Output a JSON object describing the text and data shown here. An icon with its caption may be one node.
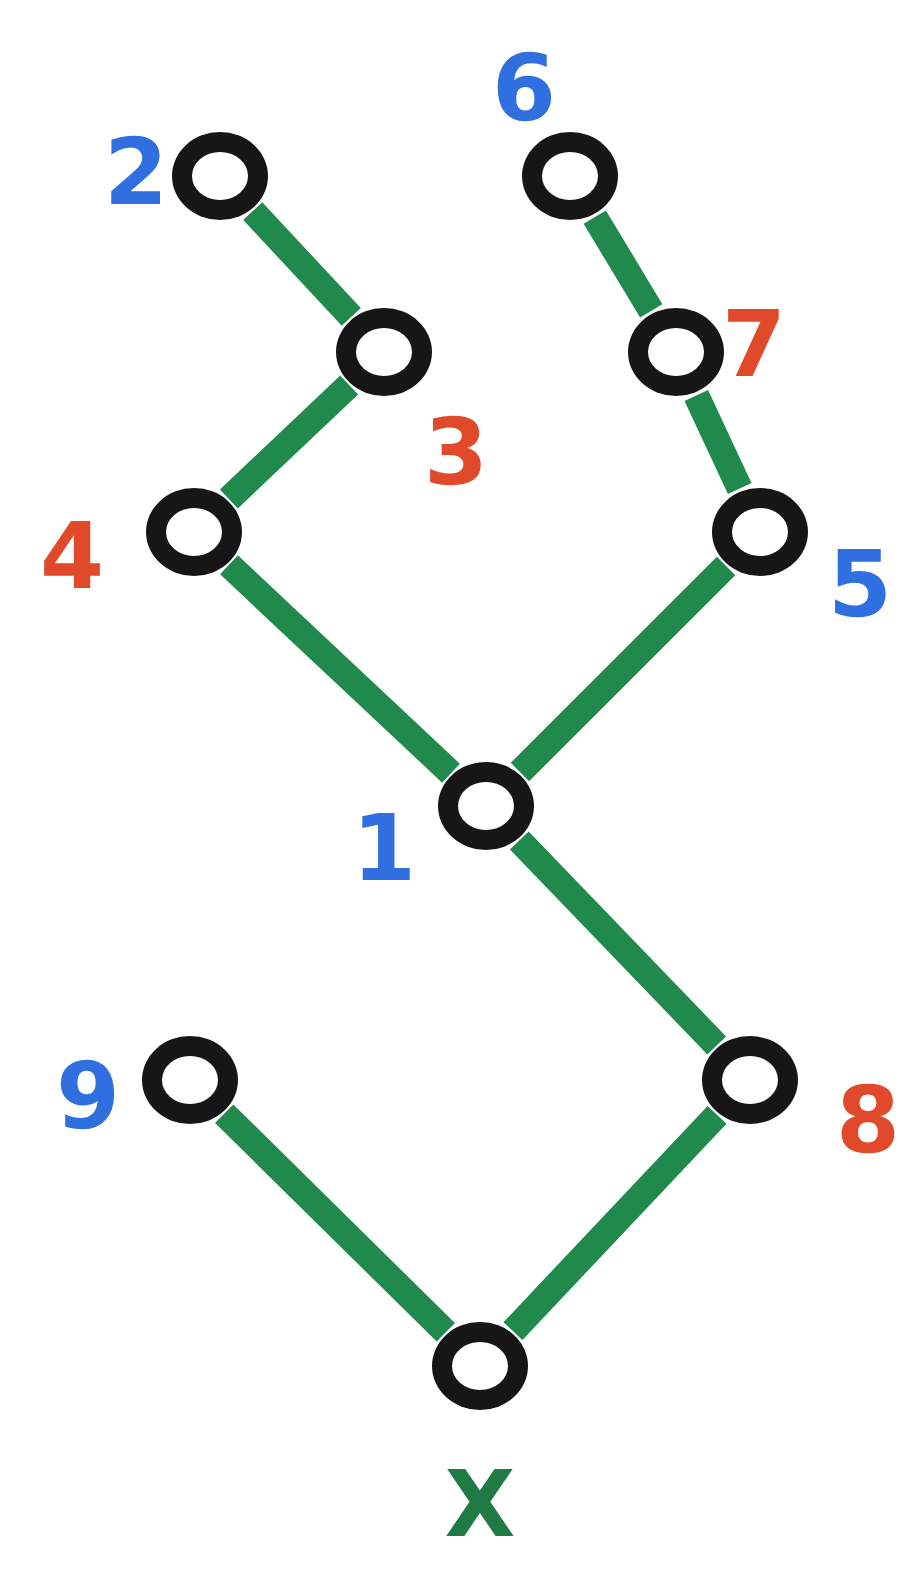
{
  "diagram": {
    "nodes": [
      {
        "text": [],
        "shape": "circle",
        "beside": [
          "2"
        ]
      },
      {
        "text": [],
        "shape": "circle",
        "beside": [
          "6"
        ]
      },
      {
        "text": [],
        "shape": "circle",
        "beside": [
          "3"
        ]
      },
      {
        "text": [],
        "shape": "circle",
        "beside": [
          "7"
        ]
      },
      {
        "text": [],
        "shape": "circle",
        "beside": [
          "4"
        ]
      },
      {
        "text": [],
        "shape": "circle",
        "beside": [
          "5"
        ]
      },
      {
        "text": [],
        "shape": "circle",
        "beside": [
          "1"
        ]
      },
      {
        "text": [],
        "shape": "circle",
        "beside": [
          "9"
        ]
      },
      {
        "text": [],
        "shape": "circle",
        "beside": [
          "8"
        ]
      },
      {
        "text": [],
        "shape": "circle",
        "beside": [
          "X"
        ]
      }
    ],
    "edges": [
      {
        "from": 0,
        "to": 2,
        "arrow": "none"
      },
      {
        "from": 2,
        "to": 4,
        "arrow": "none"
      },
      {
        "from": 4,
        "to": 6,
        "arrow": "none"
      },
      {
        "from": 1,
        "to": 3,
        "arrow": "none"
      },
      {
        "from": 3,
        "to": 5,
        "arrow": "none"
      },
      {
        "from": 5,
        "to": 6,
        "arrow": "none"
      },
      {
        "from": 6,
        "to": 8,
        "arrow": "none"
      },
      {
        "from": 8,
        "to": 9,
        "arrow": "none"
      },
      {
        "from": 7,
        "to": 9,
        "arrow": "none"
      }
    ]
  }
}
